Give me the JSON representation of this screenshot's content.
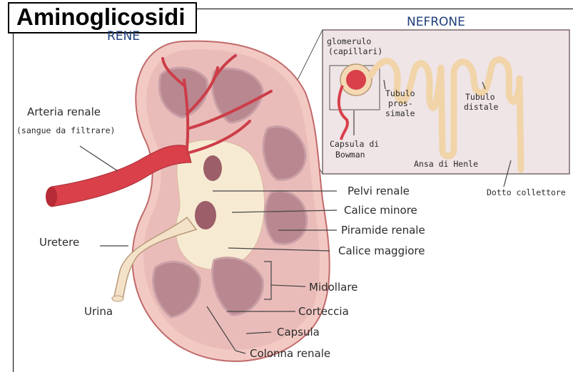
{
  "title": "Aminoglicosidi",
  "headers": {
    "kidney": "RENE",
    "nephron": "NEFRONE"
  },
  "labels": {
    "artery": "Arteria renale",
    "artery_sub": "(sangue da filtrare)",
    "ureter": "Uretere",
    "urine": "Urina",
    "pelvis": "Pelvi renale",
    "minor_calyx": "Calice minore",
    "pyramid": "Piramide renale",
    "major_calyx": "Calice maggiore",
    "medulla": "Midollare",
    "cortex": "Corteccia",
    "capsule": "Capsula",
    "column": "Colonna renale"
  },
  "nephron_labels": {
    "glomerulus_1": "glomerulo",
    "glomerulus_2": "(capillari)",
    "proximal_1": "Tubulo",
    "proximal_2": "pros-",
    "proximal_3": "simale",
    "distal_1": "Tubulo",
    "distal_2": "distale",
    "bowman_1": "Capsula di",
    "bowman_2": "Bowman",
    "henle": "Ansa di Henle",
    "collecting": "Dotto collettore"
  },
  "colors": {
    "header_blue": "#1f3f7a",
    "artery_red": "#d9404a",
    "cortex_pink": "#eabcb9",
    "pyramid_mauve": "#b98790",
    "pelvis_cream": "#f7ead2",
    "inset_bg": "#efe4e6"
  }
}
